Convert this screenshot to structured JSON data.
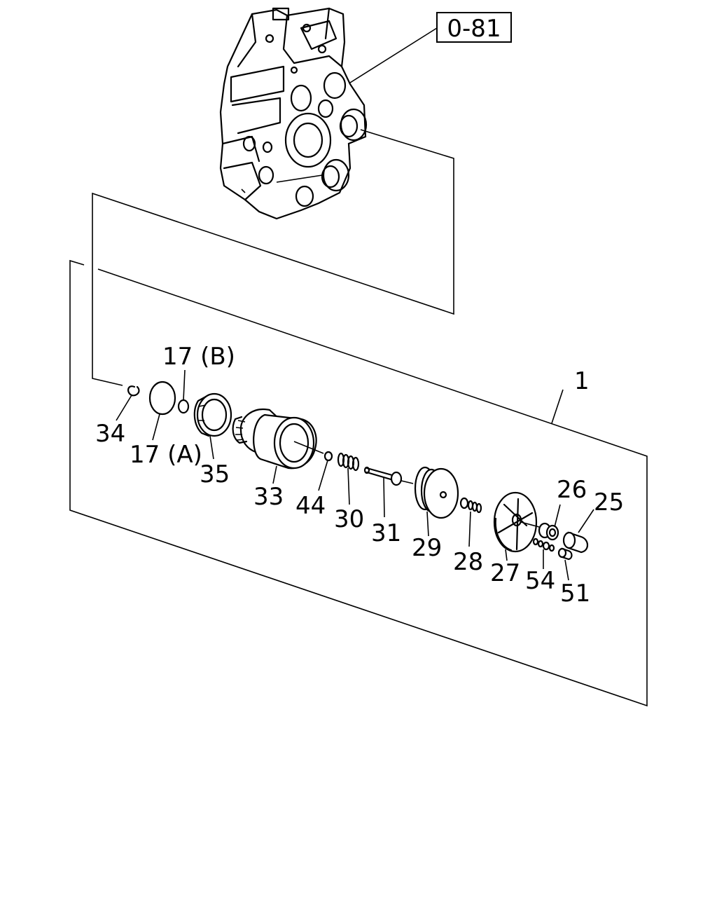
{
  "reference": {
    "label": "0-81"
  },
  "callouts": {
    "c1": "1",
    "c34": "34",
    "c17a": "17 (A)",
    "c17b": "17 (B)",
    "c35": "35",
    "c33": "33",
    "c44": "44",
    "c30": "30",
    "c31": "31",
    "c29": "29",
    "c28": "28",
    "c27": "27",
    "c26": "26",
    "c25": "25",
    "c54": "54",
    "c51": "51"
  }
}
